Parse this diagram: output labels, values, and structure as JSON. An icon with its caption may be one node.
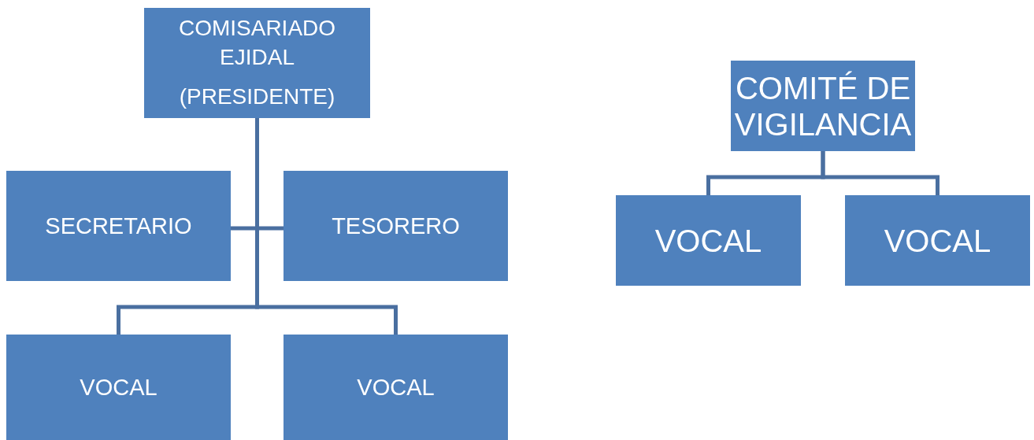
{
  "diagram": {
    "nodes": [
      {
        "text": [
          "COMISARIADO EJIDAL",
          "(PRESIDENTE)"
        ]
      },
      {
        "text": [
          "SECRETARIO"
        ]
      },
      {
        "text": [
          "TESORERO"
        ]
      },
      {
        "text": [
          "VOCAL"
        ]
      },
      {
        "text": [
          "VOCAL"
        ]
      },
      {
        "text": [
          "COMITÉ DE VIGILANCIA"
        ]
      },
      {
        "text": [
          "VOCAL"
        ]
      },
      {
        "text": [
          "VOCAL"
        ]
      }
    ],
    "edges": [
      {
        "from": 0,
        "to": 1,
        "arrow": "none"
      },
      {
        "from": 0,
        "to": 2,
        "arrow": "none"
      },
      {
        "from": 0,
        "to": 3,
        "arrow": "none"
      },
      {
        "from": 0,
        "to": 4,
        "arrow": "none"
      },
      {
        "from": 5,
        "to": 6,
        "arrow": "none"
      },
      {
        "from": 5,
        "to": 7,
        "arrow": "none"
      }
    ]
  }
}
